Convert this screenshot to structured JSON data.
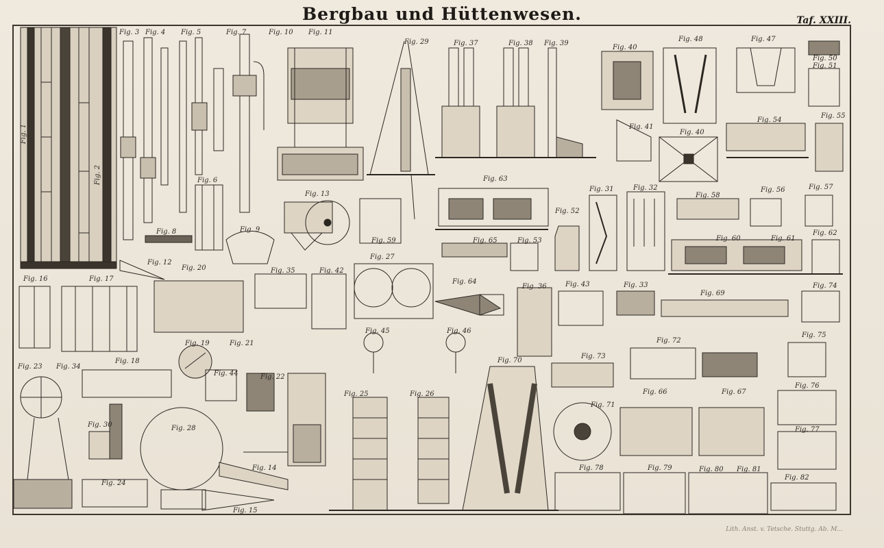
{
  "title": "Bergbau und Hüttenwesen.",
  "plate": "Taf. XXIII.",
  "imprint": "Lith. Anst. v. Tetsche. Stuttg. Ab. M...",
  "figure_labels": {
    "f1": "Fig. 1",
    "f2": "Fig. 2",
    "f3": "Fig. 3",
    "f4": "Fig. 4",
    "f5": "Fig. 5",
    "f6": "Fig. 6",
    "f7": "Fig. 7",
    "f8": "Fig. 8",
    "f9": "Fig. 9",
    "f10": "Fig. 10",
    "f11": "Fig. 11",
    "f12": "Fig. 12",
    "f13": "Fig. 13",
    "f14": "Fig. 14",
    "f15": "Fig. 15",
    "f16": "Fig. 16",
    "f17": "Fig. 17",
    "f18": "Fig. 18",
    "f19": "Fig. 19",
    "f20": "Fig. 20",
    "f21": "Fig. 21",
    "f22": "Fig. 22",
    "f23": "Fig. 23",
    "f24": "Fig. 24",
    "f25": "Fig. 25",
    "f26": "Fig. 26",
    "f28": "Fig. 28",
    "f29": "Fig. 29",
    "f30": "Fig. 30",
    "f31": "Fig. 31",
    "f32": "Fig. 32",
    "f33": "Fig. 33",
    "f34": "Fig. 34",
    "f35": "Fig. 35",
    "f36": "Fig. 36",
    "f37": "Fig. 37",
    "f38": "Fig. 38",
    "f39": "Fig. 39",
    "f40": "Fig. 40",
    "f40b": "Fig. 40",
    "f41": "Fig. 41",
    "f42": "Fig. 42",
    "f43": "Fig. 43",
    "f44": "Fig. 44",
    "f45": "Fig. 45",
    "f46": "Fig. 46",
    "f47": "Fig. 47",
    "f48": "Fig. 48",
    "f50": "Fig. 50",
    "f51": "Fig. 51",
    "f52": "Fig. 52",
    "f53": "Fig. 53",
    "f54": "Fig. 54",
    "f55": "Fig. 55",
    "f56": "Fig. 56",
    "f57": "Fig. 57",
    "f58": "Fig. 58",
    "f59": "Fig. 59",
    "f60": "Fig. 60",
    "f61": "Fig. 61",
    "f62": "Fig. 62",
    "f63": "Fig. 63",
    "f64": "Fig. 64",
    "f65": "Fig. 65",
    "f66": "Fig. 66",
    "f67": "Fig. 67",
    "f69": "Fig. 69",
    "f70": "Fig. 70",
    "f71": "Fig. 71",
    "f72": "Fig. 72",
    "f73": "Fig. 73",
    "f74": "Fig. 74",
    "f75": "Fig. 75",
    "f76": "Fig. 76",
    "f77": "Fig. 77",
    "f78": "Fig. 78",
    "f79": "Fig. 79",
    "f80": "Fig. 80",
    "f81": "Fig. 81",
    "f82": "Fig. 82",
    "f27": "Fig. 27"
  },
  "ink_color": "#2a2621",
  "paper_color": "#ebe4d8"
}
